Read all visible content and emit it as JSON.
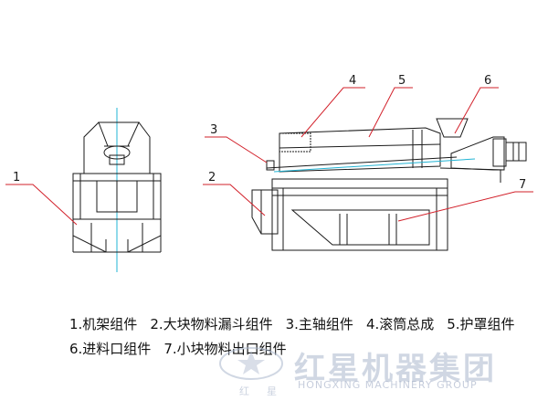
{
  "callouts": [
    "1",
    "2",
    "3",
    "4",
    "5",
    "6",
    "7"
  ],
  "legend": {
    "line1": [
      "1.机架组件",
      "2.大块物料漏斗组件",
      "3.主轴组件",
      "4.滚筒总成",
      "5.护罩组件"
    ],
    "line2": [
      "6.进料口组件",
      "7.小块物料出口组件"
    ]
  },
  "watermark": {
    "brand": "红星机器集团",
    "sub": "HONGXING MACHINERY GROUP",
    "small_left": "红",
    "small_right": "星"
  },
  "colors": {
    "line": "#1a1a1a",
    "leader": "#d2202a",
    "center_line": "#22b4d4",
    "watermark": "#aab6cc"
  }
}
